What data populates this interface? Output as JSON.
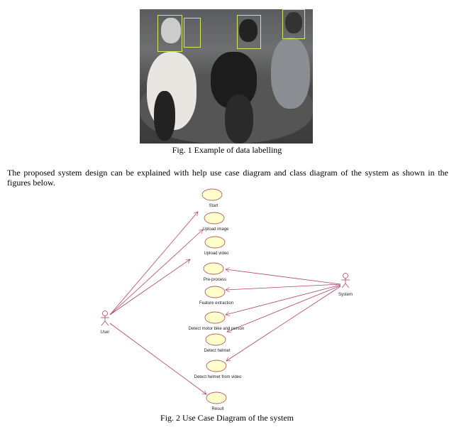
{
  "figure1": {
    "caption": "Fig. 1 Example of data labelling"
  },
  "paragraph": "The proposed system design can be explained with help use case diagram and class diagram of the system as shown in the figures below.",
  "figure2": {
    "caption": "Fig. 2  Use Case Diagram of the system",
    "actors": {
      "user": "User",
      "system": "System"
    },
    "use_cases": [
      "Start",
      "Upload image",
      "Upload video",
      "Pre-process",
      "Feature extraction",
      "Detect motor bike and person",
      "Detect helmet",
      "Detect helmet from video",
      "Result"
    ],
    "colors": {
      "line": "#b0406a",
      "ellipse_fill": "#ffffcc",
      "ellipse_stroke": "#a0304a"
    }
  }
}
